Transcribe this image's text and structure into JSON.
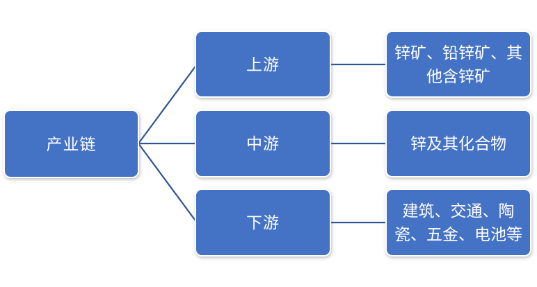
{
  "colors": {
    "background": "#ffffff",
    "node_fill": "#4472c4",
    "node_text": "#ffffff",
    "connector": "#2f5496"
  },
  "diagram": {
    "type": "flowchart",
    "root": {
      "label": "产业链"
    },
    "levels": [
      {
        "label": "上游",
        "detail": "锌矿、铅锌矿、其他含锌矿"
      },
      {
        "label": "中游",
        "detail": "锌及其化合物"
      },
      {
        "label": "下游",
        "detail": "建筑、交通、陶瓷、五金、电池等"
      }
    ],
    "edges": [
      {
        "from": "产业链",
        "to": "上游"
      },
      {
        "from": "产业链",
        "to": "中游"
      },
      {
        "from": "产业链",
        "to": "下游"
      },
      {
        "from": "上游",
        "to": "锌矿、铅锌矿、其他含锌矿"
      },
      {
        "from": "中游",
        "to": "锌及其化合物"
      },
      {
        "from": "下游",
        "to": "建筑、交通、陶瓷、五金、电池等"
      }
    ]
  }
}
